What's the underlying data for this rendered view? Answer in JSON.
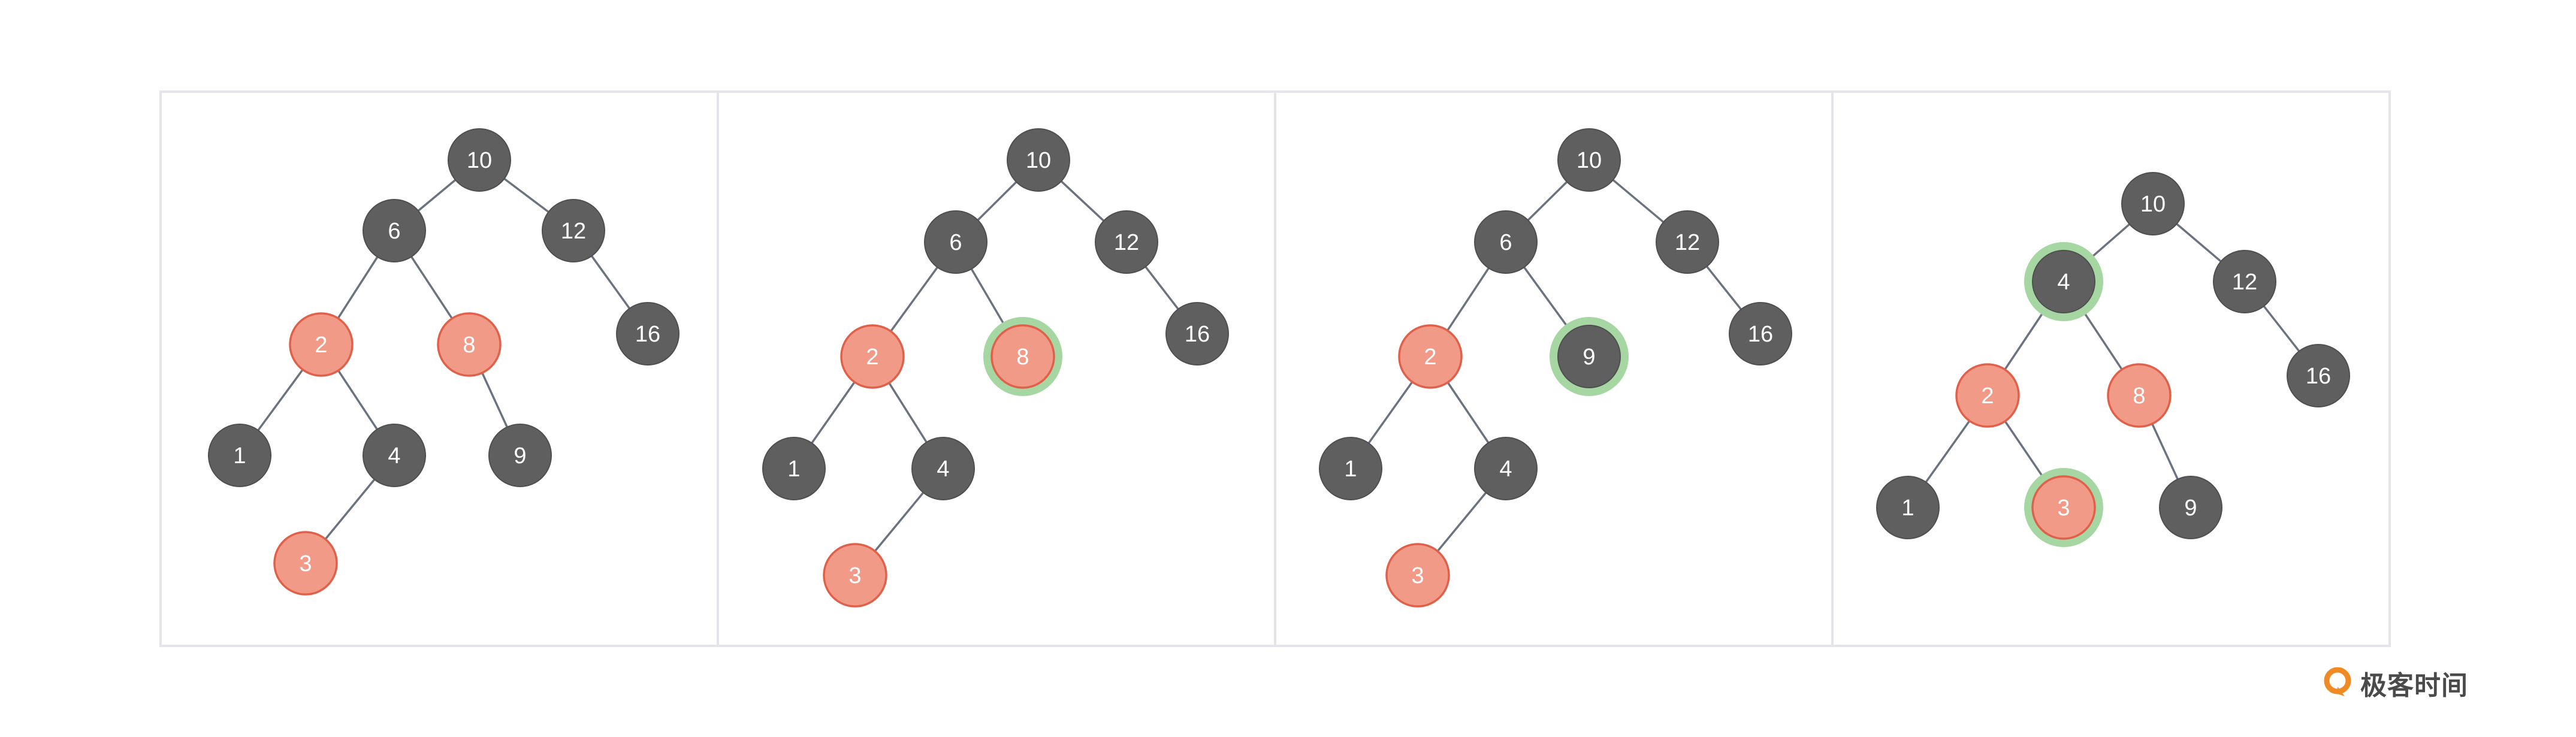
{
  "diagram": {
    "colors": {
      "black": "#5f5f5f",
      "red": "#f19a88",
      "red_stroke": "#e0604a",
      "highlight": "#a6d6a2",
      "edge": "#6b7280",
      "frame": "#e4e4ea"
    },
    "panels": [
      {
        "nodes": [
          {
            "id": "n10",
            "label": "10",
            "color": "black",
            "highlight": false
          },
          {
            "id": "n6",
            "label": "6",
            "color": "black",
            "highlight": false
          },
          {
            "id": "n12",
            "label": "12",
            "color": "black",
            "highlight": false
          },
          {
            "id": "n16",
            "label": "16",
            "color": "black",
            "highlight": false
          },
          {
            "id": "n2",
            "label": "2",
            "color": "red",
            "highlight": false
          },
          {
            "id": "n8",
            "label": "8",
            "color": "red",
            "highlight": false
          },
          {
            "id": "n1",
            "label": "1",
            "color": "black",
            "highlight": false
          },
          {
            "id": "n4",
            "label": "4",
            "color": "black",
            "highlight": false
          },
          {
            "id": "n9",
            "label": "9",
            "color": "black",
            "highlight": false
          },
          {
            "id": "n3",
            "label": "3",
            "color": "red",
            "highlight": false
          }
        ],
        "edges": [
          [
            "n10",
            "n6"
          ],
          [
            "n10",
            "n12"
          ],
          [
            "n12",
            "n16"
          ],
          [
            "n6",
            "n2"
          ],
          [
            "n6",
            "n8"
          ],
          [
            "n2",
            "n1"
          ],
          [
            "n2",
            "n4"
          ],
          [
            "n8",
            "n9"
          ],
          [
            "n4",
            "n3"
          ]
        ]
      },
      {
        "nodes": [
          {
            "id": "n10",
            "label": "10",
            "color": "black",
            "highlight": false
          },
          {
            "id": "n6",
            "label": "6",
            "color": "black",
            "highlight": false
          },
          {
            "id": "n12",
            "label": "12",
            "color": "black",
            "highlight": false
          },
          {
            "id": "n16",
            "label": "16",
            "color": "black",
            "highlight": false
          },
          {
            "id": "n2",
            "label": "2",
            "color": "red",
            "highlight": false
          },
          {
            "id": "n8",
            "label": "8",
            "color": "red",
            "highlight": true
          },
          {
            "id": "n1",
            "label": "1",
            "color": "black",
            "highlight": false
          },
          {
            "id": "n4",
            "label": "4",
            "color": "black",
            "highlight": false
          },
          {
            "id": "n3",
            "label": "3",
            "color": "red",
            "highlight": false
          }
        ],
        "edges": [
          [
            "n10",
            "n6"
          ],
          [
            "n10",
            "n12"
          ],
          [
            "n12",
            "n16"
          ],
          [
            "n6",
            "n2"
          ],
          [
            "n6",
            "n8"
          ],
          [
            "n2",
            "n1"
          ],
          [
            "n2",
            "n4"
          ],
          [
            "n4",
            "n3"
          ]
        ]
      },
      {
        "nodes": [
          {
            "id": "n10",
            "label": "10",
            "color": "black",
            "highlight": false
          },
          {
            "id": "n6",
            "label": "6",
            "color": "black",
            "highlight": false
          },
          {
            "id": "n12",
            "label": "12",
            "color": "black",
            "highlight": false
          },
          {
            "id": "n16",
            "label": "16",
            "color": "black",
            "highlight": false
          },
          {
            "id": "n2",
            "label": "2",
            "color": "red",
            "highlight": false
          },
          {
            "id": "n9",
            "label": "9",
            "color": "black",
            "highlight": true
          },
          {
            "id": "n1",
            "label": "1",
            "color": "black",
            "highlight": false
          },
          {
            "id": "n4",
            "label": "4",
            "color": "black",
            "highlight": false
          },
          {
            "id": "n3",
            "label": "3",
            "color": "red",
            "highlight": false
          }
        ],
        "edges": [
          [
            "n10",
            "n6"
          ],
          [
            "n10",
            "n12"
          ],
          [
            "n12",
            "n16"
          ],
          [
            "n6",
            "n2"
          ],
          [
            "n6",
            "n9"
          ],
          [
            "n2",
            "n1"
          ],
          [
            "n2",
            "n4"
          ],
          [
            "n4",
            "n3"
          ]
        ]
      },
      {
        "nodes": [
          {
            "id": "n10",
            "label": "10",
            "color": "black",
            "highlight": false
          },
          {
            "id": "n4",
            "label": "4",
            "color": "black",
            "highlight": true
          },
          {
            "id": "n12",
            "label": "12",
            "color": "black",
            "highlight": false
          },
          {
            "id": "n16",
            "label": "16",
            "color": "black",
            "highlight": false
          },
          {
            "id": "n2",
            "label": "2",
            "color": "red",
            "highlight": false
          },
          {
            "id": "n8",
            "label": "8",
            "color": "red",
            "highlight": false
          },
          {
            "id": "n1",
            "label": "1",
            "color": "black",
            "highlight": false
          },
          {
            "id": "n3",
            "label": "3",
            "color": "red",
            "highlight": true
          },
          {
            "id": "n9",
            "label": "9",
            "color": "black",
            "highlight": false
          }
        ],
        "edges": [
          [
            "n10",
            "n4"
          ],
          [
            "n10",
            "n12"
          ],
          [
            "n12",
            "n16"
          ],
          [
            "n4",
            "n2"
          ],
          [
            "n4",
            "n8"
          ],
          [
            "n2",
            "n1"
          ],
          [
            "n2",
            "n3"
          ],
          [
            "n8",
            "n9"
          ]
        ]
      }
    ]
  },
  "brand": {
    "name": "极客时间",
    "icon": "geektime-logo-icon",
    "color": "#f08a24"
  }
}
